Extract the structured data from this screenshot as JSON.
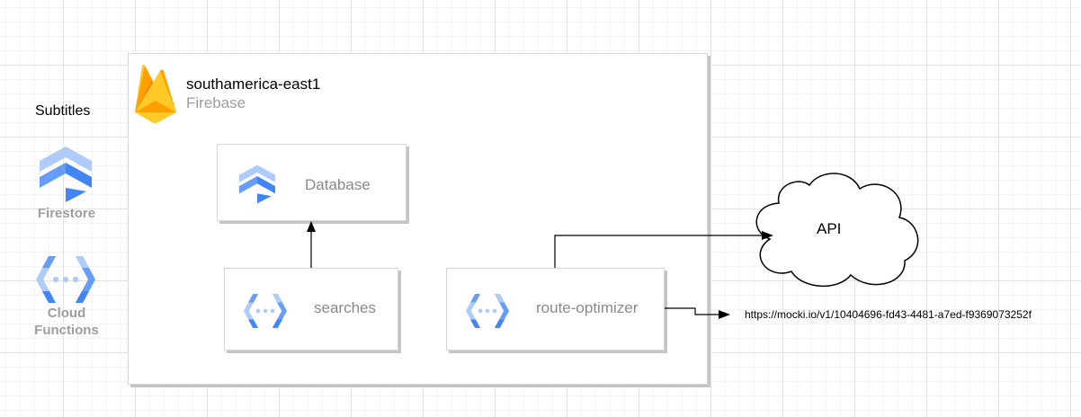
{
  "legend": {
    "title": "Subtitles",
    "items": [
      {
        "label": "Firestore",
        "icon": "firestore-icon"
      },
      {
        "label_line1": "Cloud",
        "label_line2": "Functions",
        "icon": "cloud-functions-icon"
      }
    ]
  },
  "region": {
    "name": "southamerica-east1",
    "platform": "Firebase",
    "icon": "firebase-flame-icon"
  },
  "services": {
    "database": {
      "label": "Database",
      "icon": "firestore-icon"
    },
    "searches": {
      "label": "searches",
      "icon": "cloud-functions-icon"
    },
    "route_optimizer": {
      "label": "route-optimizer",
      "icon": "cloud-functions-icon"
    }
  },
  "external": {
    "api": "API",
    "mock_url": "https://mocki.io/v1/10404696-fd43-4481-a7ed-f9369073252f"
  },
  "colors": {
    "icon_blue_dark": "#4285f4",
    "icon_blue_mid": "#669df6",
    "icon_blue_light": "#aecbfa",
    "firebase_yellow": "#ffca28",
    "firebase_amber": "#ffa000",
    "firebase_orange": "#f57c00"
  }
}
